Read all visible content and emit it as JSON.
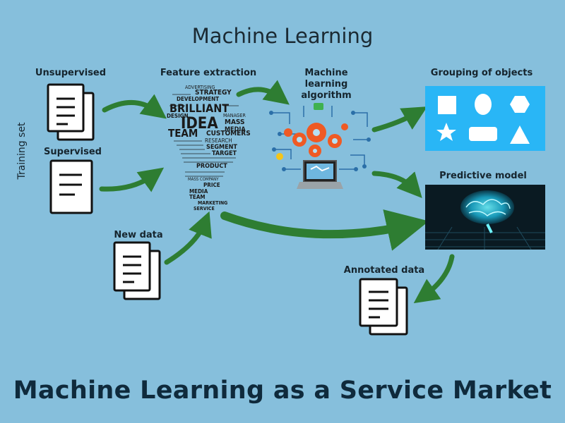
{
  "title": "Machine Learning",
  "footer": "Machine Learning as a Service Market",
  "axis_label": "Training set",
  "labels": {
    "unsupervised": "Unsupervised",
    "supervised": "Supervised",
    "new_data": "New data",
    "feature_extraction": "Feature extraction",
    "ml_algorithm": "Machine learning algorithm",
    "grouping": "Grouping of objects",
    "predictive": "Predictive model",
    "annotated": "Annotated data"
  },
  "wordcloud": {
    "big1": "BRILLIANT",
    "big2": "IDEA",
    "big3": "TEAM",
    "w1": "ADVERTISING",
    "w2": "STRATEGY",
    "w3": "DEVELOPMENT",
    "w4": "DESIGN",
    "w5": "MANAGER",
    "w6": "MASS",
    "w7": "MEDIA",
    "w8": "CUSTOMERS",
    "w9": "RESEARCH",
    "w10": "SEGMENT",
    "w11": "TARGET",
    "w12": "PRODUCT",
    "w13": "PRICE",
    "w14": "MEDIA",
    "w15": "TEAM",
    "w16": "MARKETING",
    "w17": "SERVICE",
    "w18": "MASS COMPANY"
  },
  "colors": {
    "background": "#86bfdc",
    "arrow": "#2e7d32",
    "shapes_panel": "#29b6f6",
    "predictive_panel": "#0a1a22",
    "gear": "#ef5a24"
  }
}
